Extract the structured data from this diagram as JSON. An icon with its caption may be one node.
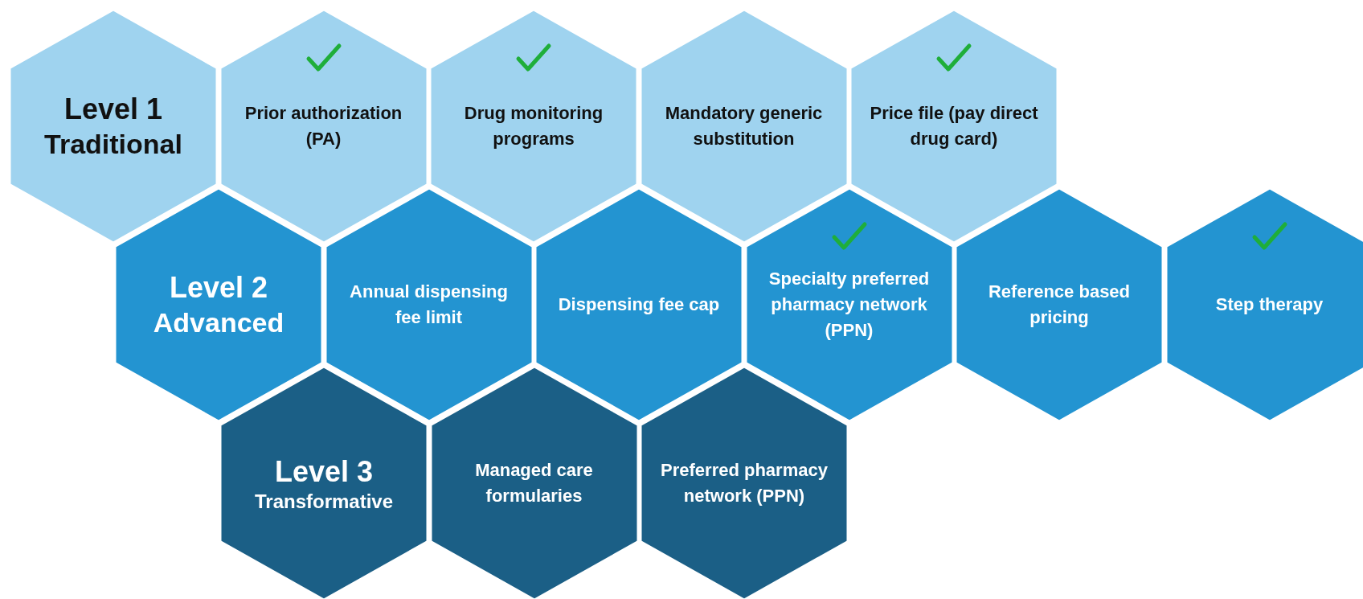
{
  "diagram": {
    "nodes": [
      {
        "text": [
          "Level 1",
          "Traditional"
        ]
      },
      {
        "text": [
          "Prior authorization (PA)"
        ]
      },
      {
        "text": [
          "Drug monitoring programs"
        ]
      },
      {
        "text": [
          "Mandatory generic substitution"
        ]
      },
      {
        "text": [
          "Price file (pay direct drug card)"
        ]
      },
      {
        "text": [
          "Level 2",
          "Advanced"
        ]
      },
      {
        "text": [
          "Annual dispensing fee limit"
        ]
      },
      {
        "text": [
          "Dispensing fee cap"
        ]
      },
      {
        "text": [
          "Specialty preferred pharmacy network (PPN)"
        ]
      },
      {
        "text": [
          "Reference based pricing"
        ]
      },
      {
        "text": [
          "Step therapy"
        ]
      },
      {
        "text": [
          "Level 3",
          "Transformative"
        ]
      },
      {
        "text": [
          "Managed care formularies"
        ]
      },
      {
        "text": [
          "Preferred pharmacy network (PPN)"
        ]
      }
    ]
  }
}
